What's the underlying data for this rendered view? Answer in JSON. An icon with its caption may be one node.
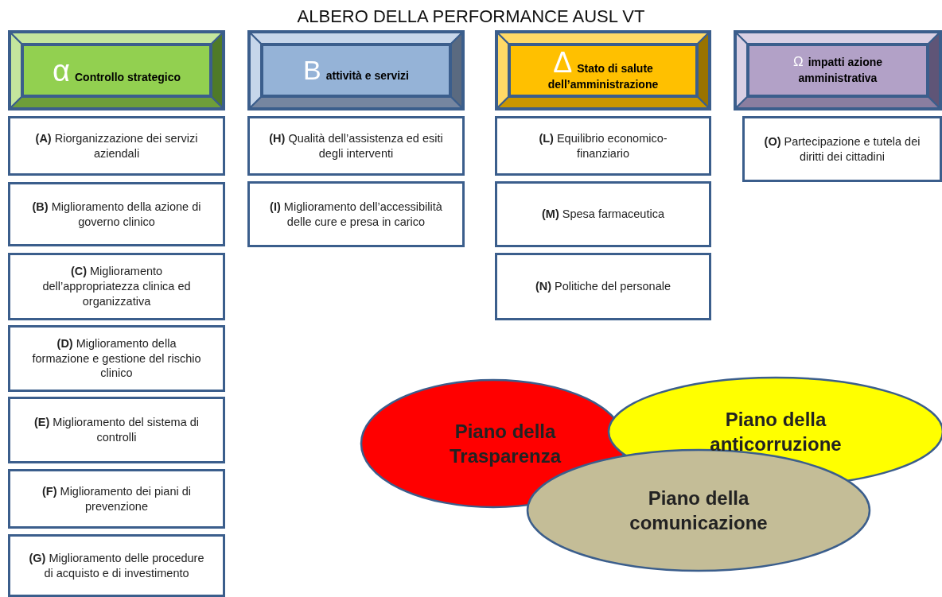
{
  "diagram": {
    "title": "ALBERO DELLA PERFORMANCE AUSL VT",
    "nodes": [
      {
        "text": [
          "α",
          "Controllo strategico"
        ]
      },
      {
        "text": [
          "B",
          "attività e servizi"
        ]
      },
      {
        "text": [
          "Δ",
          "Stato di salute dell’amministrazione"
        ]
      },
      {
        "text": [
          "Ω",
          "impatti azione amministrativa"
        ]
      },
      {
        "text": [
          "**(A)** Riorganizzazione dei servizi aziendali"
        ]
      },
      {
        "text": [
          "**(B)** Miglioramento della azione di governo clinico"
        ]
      },
      {
        "text": [
          "**(C)** Miglioramento dell’appropriatezza clinica ed organizzativa"
        ]
      },
      {
        "text": [
          "**(D)** Miglioramento della formazione e gestione del rischio clinico"
        ]
      },
      {
        "text": [
          "**(E)** Miglioramento del sistema di controlli"
        ]
      },
      {
        "text": [
          "**(F)** Miglioramento dei piani di prevenzione"
        ]
      },
      {
        "text": [
          "**(G)** Miglioramento delle procedure di acquisto e di investimento"
        ]
      },
      {
        "text": [
          "**(H)** Qualità dell’assistenza ed esiti degli interventi"
        ]
      },
      {
        "text": [
          "**(I)** Miglioramento dell’accessibilità delle cure e presa in carico"
        ]
      },
      {
        "text": [
          "**(L)** Equilibrio economico-finanziario"
        ]
      },
      {
        "text": [
          "**(M)** Spesa farmaceutica"
        ]
      },
      {
        "text": [
          "**(N)** Politiche del personale"
        ]
      },
      {
        "text": [
          "**(O)** Partecipazione e tutela dei diritti dei cittadini"
        ]
      },
      {
        "text": [
          "Piano della Trasparenza"
        ]
      },
      {
        "text": [
          "Piano della anticorruzione"
        ]
      },
      {
        "text": [
          "Piano della comunicazione"
        ]
      }
    ]
  }
}
